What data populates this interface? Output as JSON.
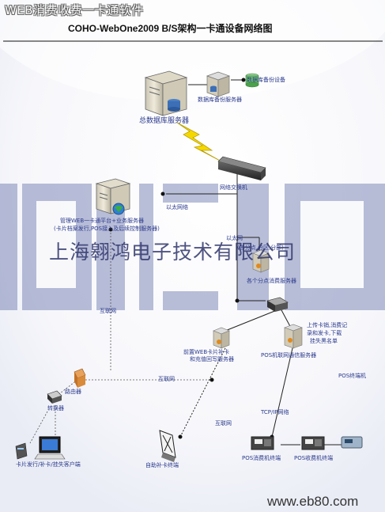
{
  "header": {
    "title": "WEB消费收费一卡通软件",
    "subtitle": "COHO-WebOne2009 B/S架构一卡通设备网络图"
  },
  "labels": {
    "db_backup_device": "数据库备份设备",
    "db_backup_server": "数据库备份服务器",
    "main_db_server": "总数据库服务器",
    "network_switch": "网络交换机",
    "ethernet": "以太网络",
    "web_platform_server_line1": "管理WEB一卡通平台+业务服务器",
    "web_platform_server_line2": "(卡片档案发行,POS接入及后续控制服务器)",
    "ethernet_right": "以太网",
    "branch_note": "(各分点,分区,分部)",
    "branch_pos_server": "各个分点消费服务器",
    "front_server_line1": "前置WEB卡片补卡",
    "front_server_line2": "和充值回写服务器",
    "pos_gateway_server": "POS机联网通信服务器",
    "pos_gateway_note_line1": "上传卡销,消费记",
    "pos_gateway_note_line2": "录和发卡,下载",
    "pos_gateway_note_line3": "挂失黑名单",
    "internet_left": "互联网",
    "internet_mid": "互联网",
    "internet_bottom": "互联网",
    "router": "路由器",
    "adapter": "转换器",
    "tcpip_network": "TCP/IP网络",
    "card_reader_client": "卡片发行/补卡/挂失客户端",
    "auto_recharge": "自助补卡终端",
    "pos_consumer": "POS消费机终端",
    "pos_charger": "POS收费机终端",
    "pos_terminal": "POS终端机",
    "watermark": "上海翱鸿电子技术有限公司",
    "site_watermark": "www.eb80.com"
  }
}
